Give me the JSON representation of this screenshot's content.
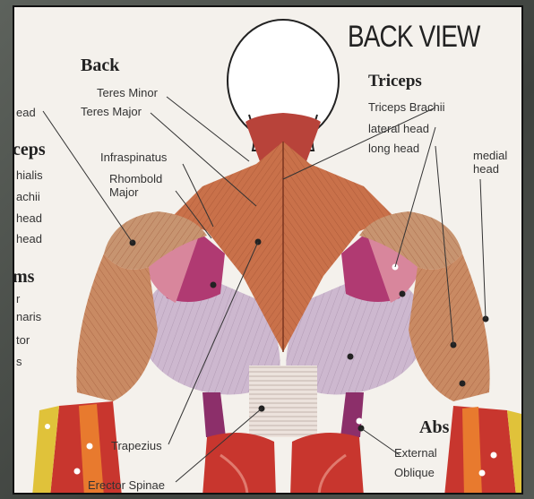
{
  "title": "BACK VIEW",
  "headers": {
    "back": "Back",
    "triceps": "Triceps",
    "abs": "Abs",
    "left_triceps_fragment": "ceps",
    "left_ms_fragment": "ms"
  },
  "labels": {
    "teres_minor": "Teres Minor",
    "teres_major": "Teres Major",
    "infraspinatus": "Infraspinatus",
    "rhomboid_major_1": "Rhombold",
    "rhomboid_major_2": "Major",
    "triceps_brachii": "Triceps Brachii",
    "lateral_head": "lateral head",
    "long_head": "long head",
    "medial_head_1": "medial",
    "medial_head_2": "head",
    "trapezius": "Trapezius",
    "erector_spinae": "Erector Spinae",
    "external": "External",
    "oblique": "Oblique"
  },
  "left_fragments": {
    "f1": "ead",
    "f2": "hialis",
    "f3": "achii",
    "f4": "head",
    "f5": "head",
    "f6": "r",
    "f7": "naris",
    "f8": "tor",
    "f9": "s"
  },
  "colors": {
    "trapezius": "#c9714a",
    "latissimus": "#c9b3c9",
    "deltoid": "#c79470",
    "forearm_red": "#c8362e",
    "infraspinatus": "#b03a72",
    "background": "#f4f1ec"
  }
}
